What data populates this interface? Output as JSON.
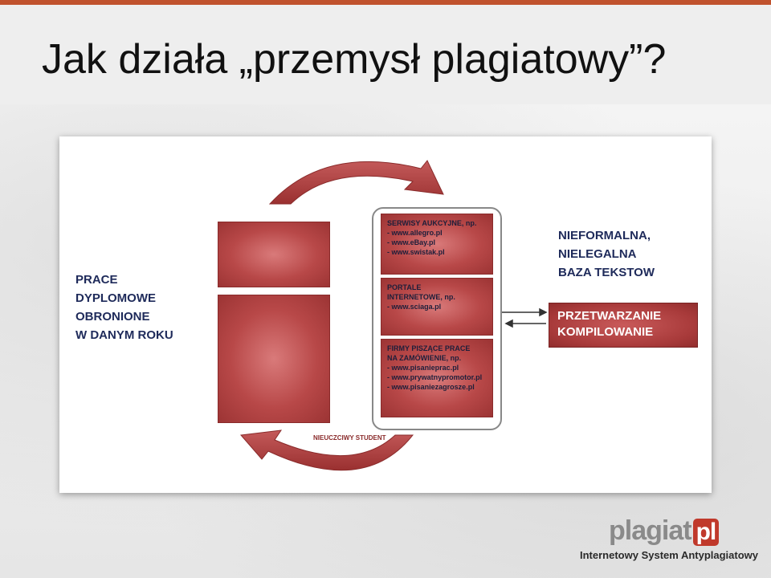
{
  "slide": {
    "title": "Jak działa „przemysł plagiatowy”?"
  },
  "diagram": {
    "left_label": "PRACE\nDYPLOMOWE\nOBRONIONE\nW DANYM ROKU",
    "right_label": "NIEFORMALNA,\nNIELEGALNA\nBAZA TEKSTOW",
    "process_label": "PRZETWARZANIE\nKOMPILOWANIE",
    "bottom_arrow_label": "NIEUCZCIWY STUDENT",
    "sources": [
      {
        "text": "SERWISY AUKCYJNE, np.\n- www.allegro.pl\n- www.eBay.pl\n- www.swistak.pl"
      },
      {
        "text": "PORTALE\nINTERNETOWE, np.\n- www.sciaga.pl"
      },
      {
        "text": "FIRMY PISZĄCE PRACE\nNA ZAMÓWIENIE, np.\n- www.pisanieprac.pl\n- www.prywatnypromotor.pl\n- www.pisaniezagrosze.pl"
      }
    ],
    "colors": {
      "accent_red": "#b84848",
      "dark_red": "#8a2b2b",
      "label_navy": "#1e2a5a"
    }
  },
  "logo": {
    "word_start": "plagiat",
    "word_badge": "pl",
    "tagline": "Internetowy System Antyplagiatowy"
  }
}
